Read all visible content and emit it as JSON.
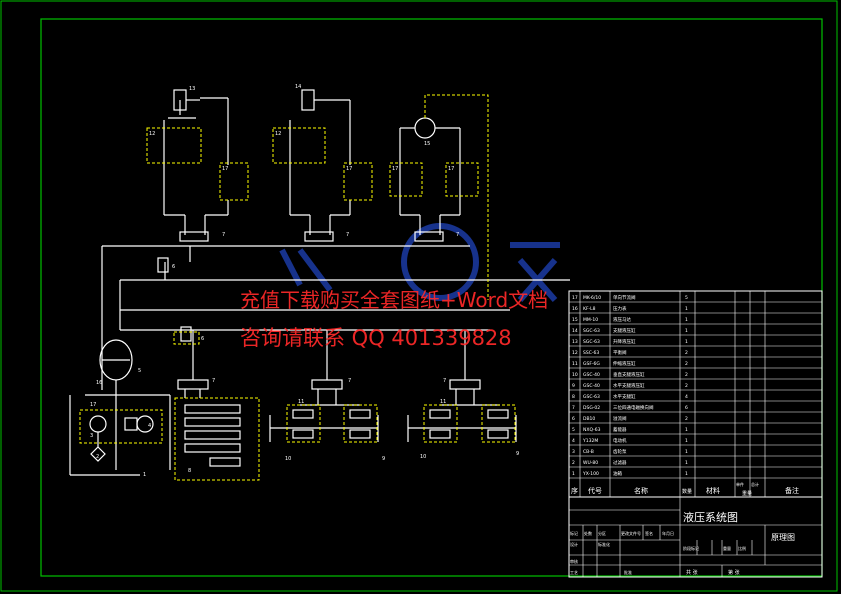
{
  "watermark": {
    "line1": "充值下载购买全套图纸+Word文档",
    "line2": "咨询请联系 QQ 401339828"
  },
  "components": {
    "cyl_left": "13",
    "cyl_mid": "14",
    "motor_right": "15",
    "lock_left": "12",
    "lock_mid": "12",
    "throttle_a": "17",
    "throttle_b": "17",
    "throttle_c": "17",
    "throttle_d": "17",
    "valve_a": "7",
    "valve_b": "7",
    "valve_c": "7",
    "relief_top": "6",
    "relief_mid": "6",
    "accumulator": "5",
    "gauge": "16",
    "valve_d": "7",
    "valve_e": "7",
    "valve_f": "7",
    "cyl_group": "8",
    "cyl_pair_a": "11",
    "cyl_pair_b": "11",
    "leg_a": "10",
    "leg_b": "9",
    "leg_c": "10",
    "leg_d": "9",
    "pump": "3",
    "filter": "2",
    "tank": "1",
    "motor": "4",
    "check": "17"
  },
  "bom": {
    "rows": [
      {
        "no": "17",
        "code": "MK-6/10",
        "name": "单向节流阀",
        "qty": "5"
      },
      {
        "no": "16",
        "code": "KF-L8",
        "name": "压力表",
        "qty": "1"
      },
      {
        "no": "15",
        "code": "MM-10",
        "name": "液压马达",
        "qty": "1"
      },
      {
        "no": "14",
        "code": "SGC-63",
        "name": "支腿液压缸",
        "qty": "1"
      },
      {
        "no": "13",
        "code": "SGC-63",
        "name": "升降液压缸",
        "qty": "1"
      },
      {
        "no": "12",
        "code": "SSC-63",
        "name": "平衡阀",
        "qty": "2"
      },
      {
        "no": "11",
        "code": "GSF-6G",
        "name": "伸缩液压缸",
        "qty": "2"
      },
      {
        "no": "10",
        "code": "GSC-40",
        "name": "垂直支腿液压缸",
        "qty": "2"
      },
      {
        "no": "9",
        "code": "GSC-40",
        "name": "水平支腿液压缸",
        "qty": "2"
      },
      {
        "no": "8",
        "code": "GSC-63",
        "name": "水平支腿缸",
        "qty": "4"
      },
      {
        "no": "7",
        "code": "DSG-02",
        "name": "三位四通电磁换向阀",
        "qty": "6"
      },
      {
        "no": "6",
        "code": "DB10",
        "name": "溢流阀",
        "qty": "2"
      },
      {
        "no": "5",
        "code": "NXQ-63",
        "name": "蓄能器",
        "qty": "1"
      },
      {
        "no": "4",
        "code": "Y132M",
        "name": "电动机",
        "qty": "1"
      },
      {
        "no": "3",
        "code": "CB-B",
        "name": "齿轮泵",
        "qty": "1"
      },
      {
        "no": "2",
        "code": "WU-80",
        "name": "过滤器",
        "qty": "1"
      },
      {
        "no": "1",
        "code": "YX-100",
        "name": "油箱",
        "qty": "1"
      }
    ],
    "headers": {
      "no": "序",
      "code": "代号",
      "name": "名称",
      "qty": "数量",
      "material": "材料",
      "unit_weight": "单件",
      "total_weight": "总计",
      "weight": "重量",
      "remark": "备注"
    }
  },
  "title_block": {
    "title": "液压系统图",
    "drawing_name": "原理图",
    "cells": {
      "mark": "标记",
      "count": "处数",
      "zone": "分区",
      "change_doc": "更改文件号",
      "sign": "签名",
      "date": "年月日",
      "design": "设计",
      "standard": "标准化",
      "review": "审核",
      "process": "工艺",
      "approve": "批准",
      "stage_mark": "阶段标记",
      "weight": "重量",
      "scale": "比例",
      "sheets_total": "共 张",
      "sheet_no": "第 张"
    }
  },
  "colors": {
    "frame": "#00c000",
    "line": "#ffffff",
    "dash": "#ffff00",
    "watermark": "#ff2a2a",
    "logo": "#2a5bff"
  }
}
